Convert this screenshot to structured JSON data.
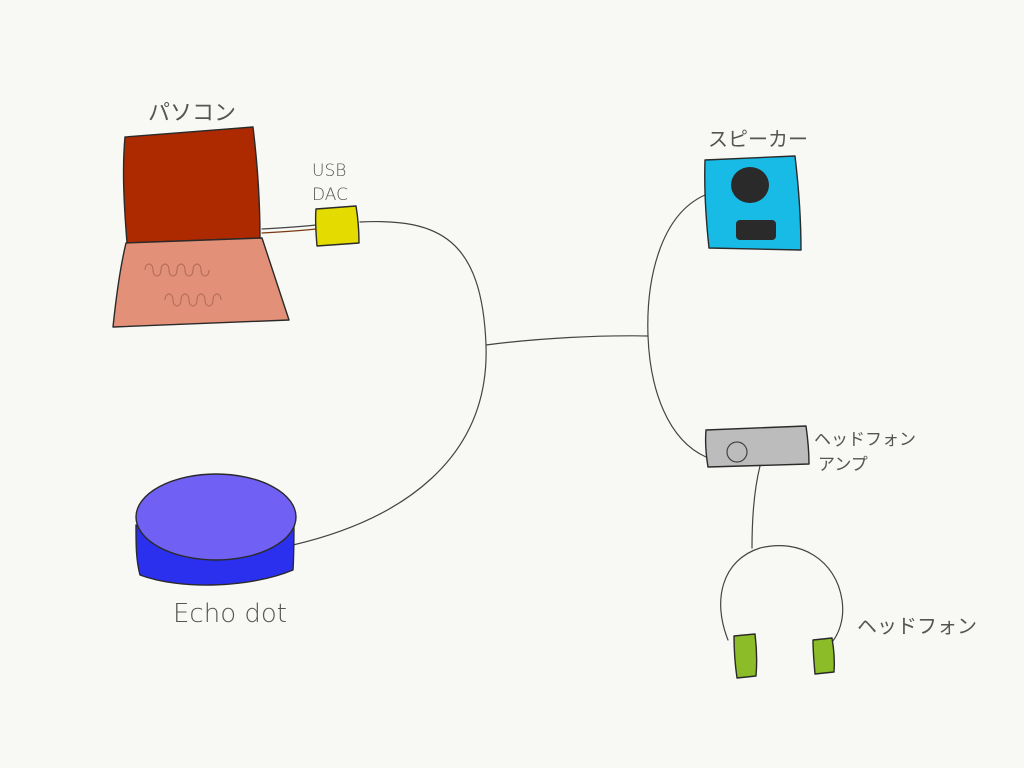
{
  "labels": {
    "pc": "パソコン",
    "usb_dac_line1": "USB",
    "usb_dac_line2": "DAC",
    "speaker": "スピーカー",
    "headphone_amp_line1": "ヘッドフォン",
    "headphone_amp_line2": "アンプ",
    "headphones": "ヘッドフォン",
    "echo_dot": "Echo dot"
  },
  "colors": {
    "pc_screen": "#ad2a00",
    "pc_keyboard": "#e29078",
    "usb_dac": "#e4dc00",
    "speaker": "#18bbe6",
    "speaker_driver": "#2a2a2a",
    "amp": "#bcbcbc",
    "headphone_cups": "#8cbc28",
    "echo_top": "#7060f4",
    "echo_side": "#2a30ee"
  }
}
